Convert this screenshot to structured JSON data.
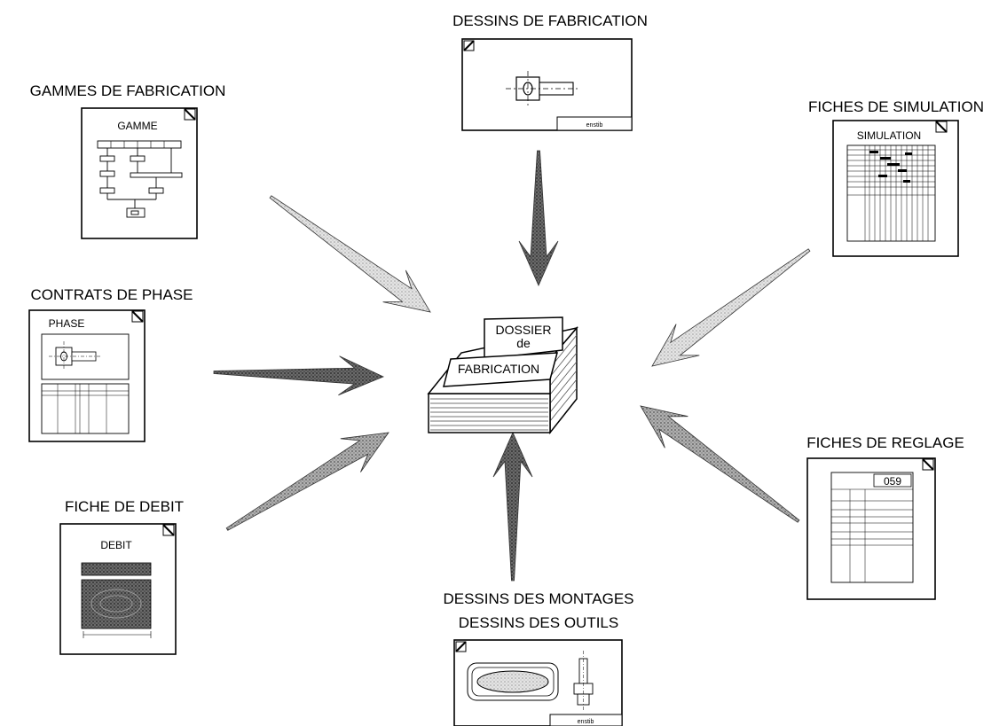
{
  "center": {
    "title_line1": "DOSSIER",
    "title_line2": "de",
    "title_line3": "FABRICATION"
  },
  "sources": {
    "dessins_fabrication": {
      "label": "DESSINS DE FABRICATION",
      "stamp": "enstib"
    },
    "gammes": {
      "label": "GAMMES DE FABRICATION",
      "doc_title": "GAMME"
    },
    "simulation": {
      "label": "FICHES DE SIMULATION",
      "doc_title": "SIMULATION"
    },
    "contrats": {
      "label": "CONTRATS DE PHASE",
      "doc_title": "PHASE"
    },
    "reglage": {
      "label": "FICHES DE REGLAGE",
      "doc_number": "059"
    },
    "debit": {
      "label": "FICHE DE DEBIT",
      "doc_title": "DEBIT"
    },
    "montages": {
      "label_line1": "DESSINS DES MONTAGES",
      "label_line2": "DESSINS DES OUTILS",
      "stamp": "enstib"
    }
  }
}
